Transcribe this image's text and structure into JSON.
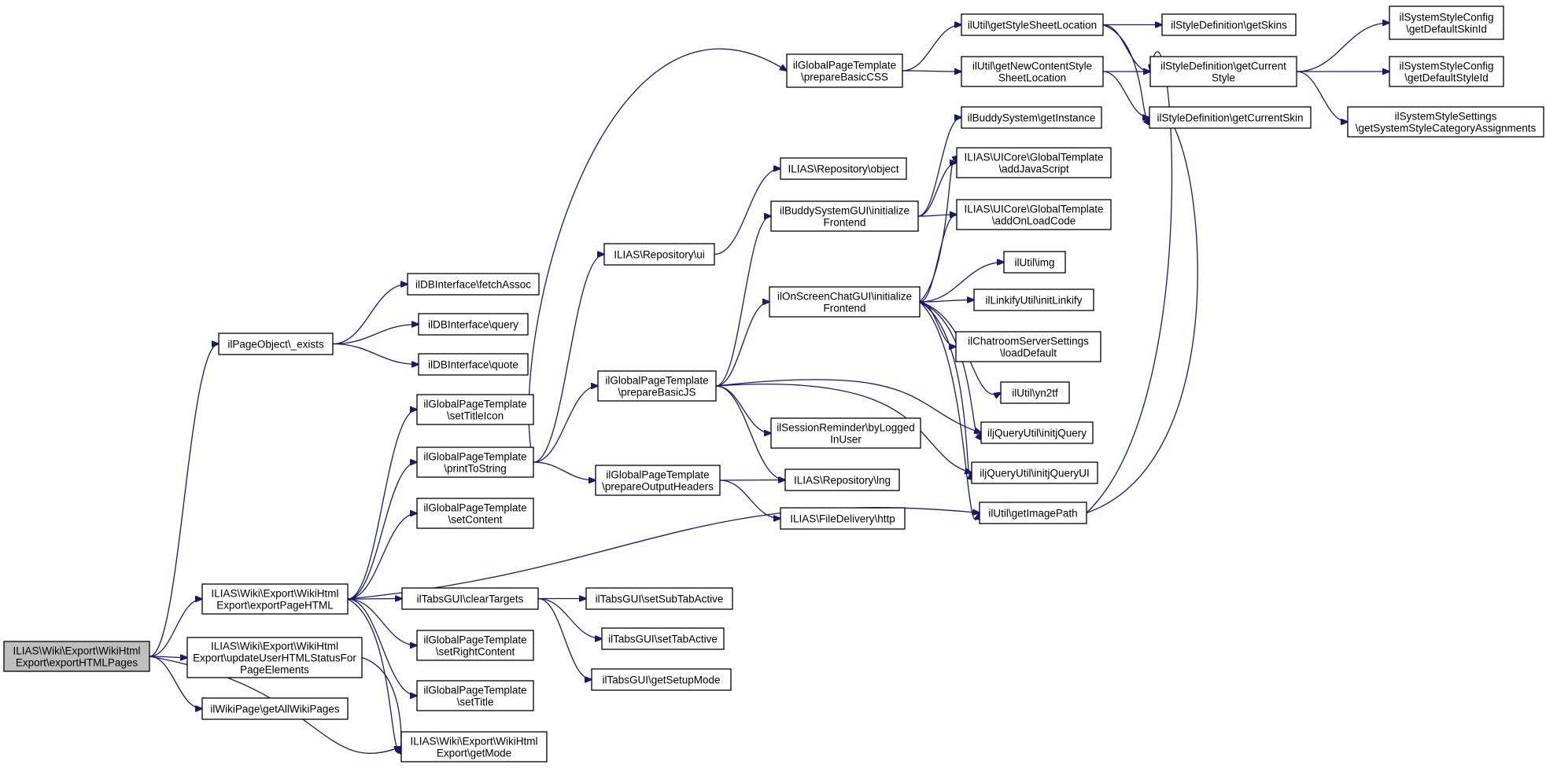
{
  "graph": {
    "nodes": [
      {
        "id": "root",
        "lines": [
          "ILIAS\\Wiki\\Export\\WikiHtml",
          "Export\\exportHTMLPages"
        ],
        "root": true
      },
      {
        "id": "pageobject_exists",
        "lines": [
          "ilPageObject\\_exists"
        ]
      },
      {
        "id": "updateuserhtmlstatus",
        "lines": [
          "ILIAS\\Wiki\\Export\\WikiHtml",
          "Export\\updateUserHTMLStatusFor",
          "PageElements"
        ]
      },
      {
        "id": "getallwikipages",
        "lines": [
          "ilWikiPage\\getAllWikiPages"
        ]
      },
      {
        "id": "getmode",
        "lines": [
          "ILIAS\\Wiki\\Export\\WikiHtml",
          "Export\\getMode"
        ]
      },
      {
        "id": "exportpagehtml",
        "lines": [
          "ILIAS\\Wiki\\Export\\WikiHtml",
          "Export\\exportPageHTML"
        ]
      },
      {
        "id": "fetchassoc",
        "lines": [
          "ilDBInterface\\fetchAssoc"
        ]
      },
      {
        "id": "query",
        "lines": [
          "ilDBInterface\\query"
        ]
      },
      {
        "id": "quote",
        "lines": [
          "ilDBInterface\\quote"
        ]
      },
      {
        "id": "settitleicon",
        "lines": [
          "ilGlobalPageTemplate",
          "\\setTitleIcon"
        ]
      },
      {
        "id": "printtostring",
        "lines": [
          "ilGlobalPageTemplate",
          "\\printToString"
        ]
      },
      {
        "id": "setcontent",
        "lines": [
          "ilGlobalPageTemplate",
          "\\setContent"
        ]
      },
      {
        "id": "cleartargets",
        "lines": [
          "ilTabsGUI\\clearTargets"
        ]
      },
      {
        "id": "setrightcontent",
        "lines": [
          "ilGlobalPageTemplate",
          "\\setRightContent"
        ]
      },
      {
        "id": "settitle",
        "lines": [
          "ilGlobalPageTemplate",
          "\\setTitle"
        ]
      },
      {
        "id": "repo_ui",
        "lines": [
          "ILIAS\\Repository\\ui"
        ]
      },
      {
        "id": "preparebasicjs",
        "lines": [
          "ilGlobalPageTemplate",
          "\\prepareBasicJS"
        ]
      },
      {
        "id": "prepareoutputheaders",
        "lines": [
          "ilGlobalPageTemplate",
          "\\prepareOutputHeaders"
        ]
      },
      {
        "id": "setsubtabactive",
        "lines": [
          "ilTabsGUI\\setSubTabActive"
        ]
      },
      {
        "id": "settabactive",
        "lines": [
          "ilTabsGUI\\setTabActive"
        ]
      },
      {
        "id": "getsetupmode",
        "lines": [
          "ilTabsGUI\\getSetupMode"
        ]
      },
      {
        "id": "preparebasiccss",
        "lines": [
          "ilGlobalPageTemplate",
          "\\prepareBasicCSS"
        ]
      },
      {
        "id": "repo_object",
        "lines": [
          "ILIAS\\Repository\\object"
        ]
      },
      {
        "id": "buddy_initfrontend",
        "lines": [
          "ilBuddySystemGUI\\initialize",
          "Frontend"
        ]
      },
      {
        "id": "osc_initfrontend",
        "lines": [
          "ilOnScreenChatGUI\\initialize",
          "Frontend"
        ]
      },
      {
        "id": "bylogged",
        "lines": [
          "ilSessionReminder\\byLogged",
          "InUser"
        ]
      },
      {
        "id": "repo_lng",
        "lines": [
          "ILIAS\\Repository\\lng"
        ]
      },
      {
        "id": "filedelivery_http",
        "lines": [
          "ILIAS\\FileDelivery\\http"
        ]
      },
      {
        "id": "getstylesheetlocation",
        "lines": [
          "ilUtil\\getStyleSheetLocation"
        ]
      },
      {
        "id": "getnewcontentstyle",
        "lines": [
          "ilUtil\\getNewContentStyle",
          "SheetLocation"
        ]
      },
      {
        "id": "buddy_getinstance",
        "lines": [
          "ilBuddySystem\\getInstance"
        ]
      },
      {
        "id": "addjavascript",
        "lines": [
          "ILIAS\\UICore\\GlobalTemplate",
          "\\addJavaScript"
        ]
      },
      {
        "id": "addonloadcode",
        "lines": [
          "ILIAS\\UICore\\GlobalTemplate",
          "\\addOnLoadCode"
        ]
      },
      {
        "id": "util_img",
        "lines": [
          "ilUtil\\img"
        ]
      },
      {
        "id": "initlinkify",
        "lines": [
          "ilLinkifyUtil\\initLinkify"
        ]
      },
      {
        "id": "loaddefault",
        "lines": [
          "ilChatroomServerSettings",
          "\\loadDefault"
        ]
      },
      {
        "id": "yn2tf",
        "lines": [
          "ilUtil\\yn2tf"
        ]
      },
      {
        "id": "initjquery",
        "lines": [
          "iljQueryUtil\\initjQuery"
        ]
      },
      {
        "id": "initjqueryui",
        "lines": [
          "iljQueryUtil\\initjQueryUI"
        ]
      },
      {
        "id": "getimagepath",
        "lines": [
          "ilUtil\\getImagePath"
        ]
      },
      {
        "id": "getskins",
        "lines": [
          "ilStyleDefinition\\getSkins"
        ]
      },
      {
        "id": "getcurrentstyle",
        "lines": [
          "ilStyleDefinition\\getCurrent",
          "Style"
        ]
      },
      {
        "id": "getcurrentskin",
        "lines": [
          "ilStyleDefinition\\getCurrentSkin"
        ]
      },
      {
        "id": "getdefaultskinid",
        "lines": [
          "ilSystemStyleConfig",
          "\\getDefaultSkinId"
        ]
      },
      {
        "id": "getdefaultstyleid",
        "lines": [
          "ilSystemStyleConfig",
          "\\getDefaultStyleId"
        ]
      },
      {
        "id": "getsystemstylecategory",
        "lines": [
          "ilSystemStyleSettings",
          "\\getSystemStyleCategoryAssignments"
        ]
      }
    ],
    "edges": [
      [
        "root",
        "pageobject_exists"
      ],
      [
        "root",
        "exportpagehtml"
      ],
      [
        "root",
        "updateuserhtmlstatus"
      ],
      [
        "root",
        "getallwikipages"
      ],
      [
        "root",
        "getmode"
      ],
      [
        "pageobject_exists",
        "fetchassoc"
      ],
      [
        "pageobject_exists",
        "query"
      ],
      [
        "pageobject_exists",
        "quote"
      ],
      [
        "updateuserhtmlstatus",
        "getmode"
      ],
      [
        "exportpagehtml",
        "settitleicon"
      ],
      [
        "exportpagehtml",
        "printtostring"
      ],
      [
        "exportpagehtml",
        "setcontent"
      ],
      [
        "exportpagehtml",
        "cleartargets"
      ],
      [
        "exportpagehtml",
        "setrightcontent"
      ],
      [
        "exportpagehtml",
        "settitle"
      ],
      [
        "exportpagehtml",
        "getmode"
      ],
      [
        "exportpagehtml",
        "getimagepath"
      ],
      [
        "printtostring",
        "preparebasiccss"
      ],
      [
        "printtostring",
        "repo_ui"
      ],
      [
        "printtostring",
        "preparebasicjs"
      ],
      [
        "printtostring",
        "prepareoutputheaders"
      ],
      [
        "repo_ui",
        "repo_object"
      ],
      [
        "preparebasicjs",
        "buddy_initfrontend"
      ],
      [
        "preparebasicjs",
        "osc_initfrontend"
      ],
      [
        "preparebasicjs",
        "bylogged"
      ],
      [
        "preparebasicjs",
        "repo_lng"
      ],
      [
        "preparebasicjs",
        "initjquery"
      ],
      [
        "preparebasicjs",
        "initjqueryui"
      ],
      [
        "prepareoutputheaders",
        "repo_lng"
      ],
      [
        "prepareoutputheaders",
        "filedelivery_http"
      ],
      [
        "cleartargets",
        "setsubtabactive"
      ],
      [
        "cleartargets",
        "settabactive"
      ],
      [
        "cleartargets",
        "getsetupmode"
      ],
      [
        "preparebasiccss",
        "getstylesheetlocation"
      ],
      [
        "preparebasiccss",
        "getnewcontentstyle"
      ],
      [
        "buddy_initfrontend",
        "buddy_getinstance"
      ],
      [
        "buddy_initfrontend",
        "addjavascript"
      ],
      [
        "buddy_initfrontend",
        "addonloadcode"
      ],
      [
        "osc_initfrontend",
        "addjavascript"
      ],
      [
        "osc_initfrontend",
        "addonloadcode"
      ],
      [
        "osc_initfrontend",
        "util_img"
      ],
      [
        "osc_initfrontend",
        "initlinkify"
      ],
      [
        "osc_initfrontend",
        "loaddefault"
      ],
      [
        "osc_initfrontend",
        "yn2tf"
      ],
      [
        "osc_initfrontend",
        "initjquery"
      ],
      [
        "osc_initfrontend",
        "initjqueryui"
      ],
      [
        "osc_initfrontend",
        "getimagepath"
      ],
      [
        "getstylesheetlocation",
        "getskins"
      ],
      [
        "getstylesheetlocation",
        "getcurrentstyle"
      ],
      [
        "getstylesheetlocation",
        "getcurrentskin"
      ],
      [
        "getnewcontentstyle",
        "getcurrentstyle"
      ],
      [
        "getnewcontentstyle",
        "getcurrentskin"
      ],
      [
        "getimagepath",
        "getcurrentstyle"
      ],
      [
        "getimagepath",
        "getcurrentskin"
      ],
      [
        "getcurrentstyle",
        "getdefaultskinid"
      ],
      [
        "getcurrentstyle",
        "getdefaultstyleid"
      ],
      [
        "getcurrentstyle",
        "getsystemstylecategory"
      ]
    ]
  }
}
